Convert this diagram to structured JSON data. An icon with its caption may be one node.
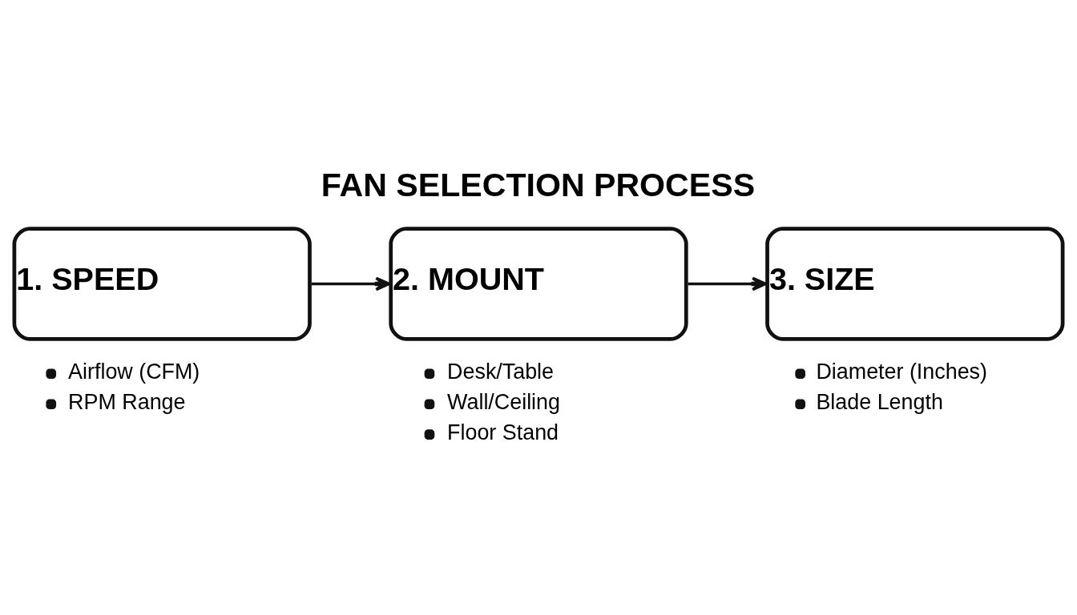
{
  "diagram": {
    "title": "FAN SELECTION PROCESS",
    "nodes": [
      {
        "text": [
          "1. SPEED"
        ],
        "beside": [
          "Airflow (CFM)",
          "RPM Range"
        ]
      },
      {
        "text": [
          "2. MOUNT"
        ],
        "beside": [
          "Desk/Table",
          "Wall/Ceiling",
          "Floor Stand"
        ]
      },
      {
        "text": [
          "3. SIZE"
        ],
        "beside": [
          "Diameter (Inches)",
          "Blade Length"
        ]
      }
    ],
    "edges": [
      {
        "from": 0,
        "to": 1,
        "arrow": "to"
      },
      {
        "from": 1,
        "to": 2,
        "arrow": "to"
      }
    ]
  }
}
